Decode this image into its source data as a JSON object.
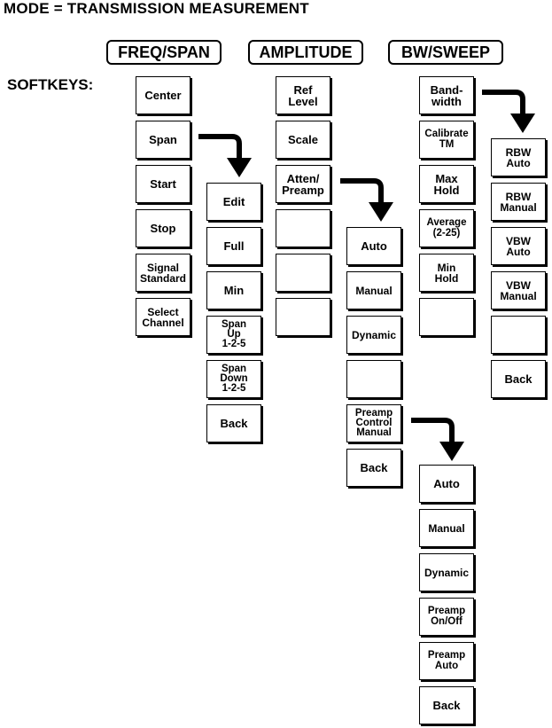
{
  "title": "MODE = TRANSMISSION MEASUREMENT",
  "softkeys_label": "SOFTKEYS:",
  "menus": {
    "freq_span": {
      "header": "FREQ/SPAN",
      "keys": [
        "Center",
        "Span",
        "Start",
        "Stop",
        "Signal\nStandard",
        "Select\nChannel"
      ],
      "span_submenu": [
        "Edit",
        "Full",
        "Min",
        "Span\nUp\n1-2-5",
        "Span\nDown\n1-2-5",
        "Back"
      ]
    },
    "amplitude": {
      "header": "AMPLITUDE",
      "keys": [
        "Ref\nLevel",
        "Scale",
        "Atten/\nPreamp",
        "",
        "",
        ""
      ],
      "atten_submenu": [
        "Auto",
        "Manual",
        "Dynamic",
        "",
        "Preamp\nControl\nManual",
        "Back"
      ],
      "preamp_submenu": [
        "Auto",
        "Manual",
        "Dynamic",
        "Preamp\nOn/Off",
        "Preamp\nAuto",
        "Back"
      ]
    },
    "bw_sweep": {
      "header": "BW/SWEEP",
      "keys": [
        "Band-\nwidth",
        "Calibrate\nTM",
        "Max\nHold",
        "Average\n(2-25)",
        "Min\nHold",
        ""
      ],
      "bandwidth_submenu": [
        "RBW\nAuto",
        "RBW\nManual",
        "VBW\nAuto",
        "VBW\nManual",
        "",
        "Back"
      ]
    }
  }
}
